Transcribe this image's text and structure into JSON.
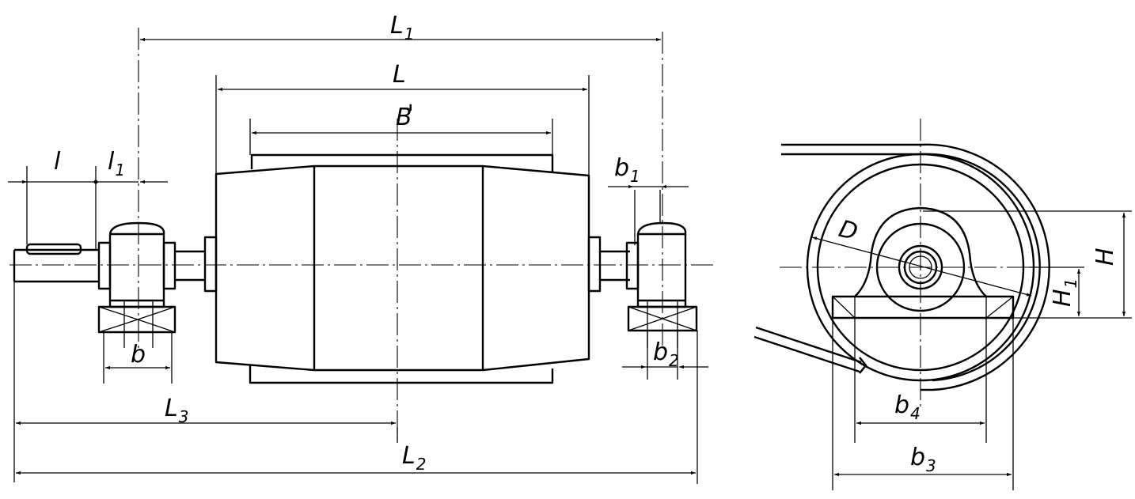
{
  "labels": {
    "L1": {
      "main": "L",
      "sub": "1"
    },
    "L": {
      "main": "L"
    },
    "B": {
      "main": "B",
      "mark": "'"
    },
    "l": {
      "main": "l"
    },
    "l1": {
      "main": "l",
      "sub": "1"
    },
    "b1": {
      "main": "b",
      "sub": "1"
    },
    "b": {
      "main": "b"
    },
    "b2": {
      "main": "b",
      "sub": "2"
    },
    "L3": {
      "main": "L",
      "sub": "3"
    },
    "L2": {
      "main": "L",
      "sub": "2"
    },
    "D": {
      "main": "D"
    },
    "H": {
      "main": "H"
    },
    "H1": {
      "main": "H",
      "sub": "1"
    },
    "b4": {
      "main": "b",
      "sub": "4"
    },
    "b3": {
      "main": "b",
      "sub": "3"
    }
  }
}
